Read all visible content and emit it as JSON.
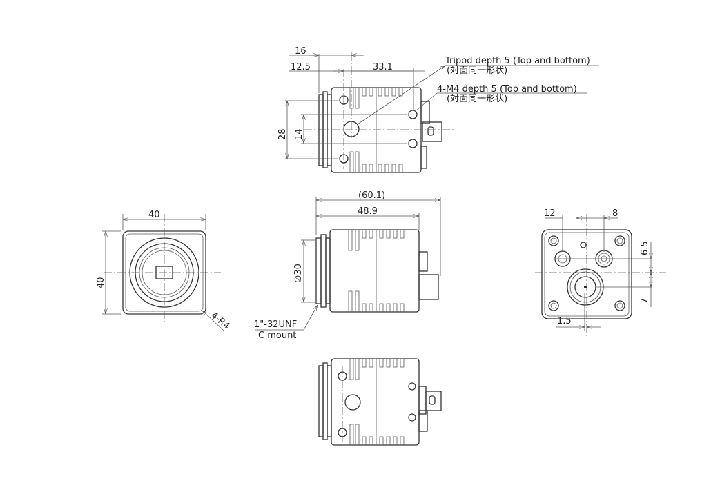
{
  "top_view": {
    "dim_16": "16",
    "dim_12_5": "12.5",
    "dim_33_1": "33.1",
    "dim_28": "28",
    "dim_14": "14",
    "note_tripod": "Tripod depth 5  (Top and bottom)",
    "note_tripod_jp": "(対面同一形状)",
    "note_m4": "4-M4 depth 5  (Top and bottom)",
    "note_m4_jp": "(対面同一形状)"
  },
  "front_view": {
    "width": "40",
    "height": "40",
    "radius": "4-R4"
  },
  "side_view": {
    "overall": "(60.1)",
    "body": "48.9",
    "diameter": "∅30",
    "mount_thread": "1\"-32UNF",
    "mount_type": "C mount"
  },
  "back_view": {
    "dim_12": "12",
    "dim_8": "8",
    "dim_6_5": "6.5",
    "dim_7": "7",
    "dim_1_5": "1.5"
  }
}
